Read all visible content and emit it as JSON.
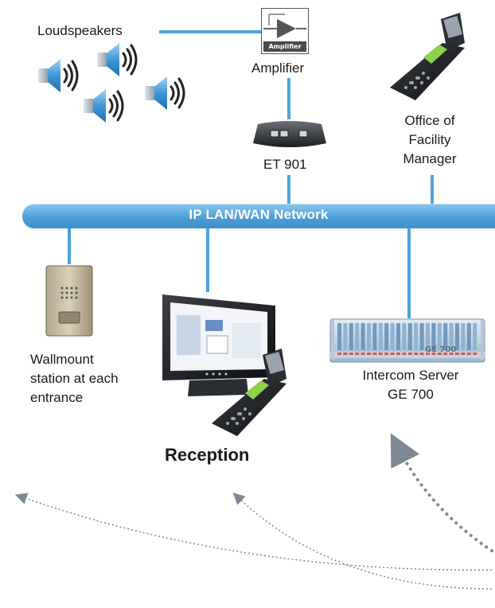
{
  "labels": {
    "loudspeakers": "Loudspeakers",
    "amplifier": "Amplifier",
    "amplifier_badge": "Amplifier",
    "et901": "ET 901",
    "facility_manager": [
      "Office of",
      "Facility",
      "Manager"
    ],
    "network": "IP LAN/WAN Network",
    "wallmount": [
      "Wallmount",
      "station at each",
      "entrance"
    ],
    "intercom_server": [
      "Intercom Server",
      "GE 700"
    ],
    "server_badge": "GE 700",
    "reception": "Reception"
  },
  "icons": {
    "loudspeaker": "speaker-icon",
    "amplifier": "amplifier-icon",
    "et901": "et901-device-icon",
    "desk_phone": "desk-phone-icon",
    "wallmount": "intercom-panel-icon",
    "monitor": "monitor-icon",
    "server": "server-rack-icon"
  },
  "colors": {
    "network_blue": "#4f9fd8",
    "wire_blue": "#4da3dc",
    "arrow_gray": "#7d8a95"
  }
}
